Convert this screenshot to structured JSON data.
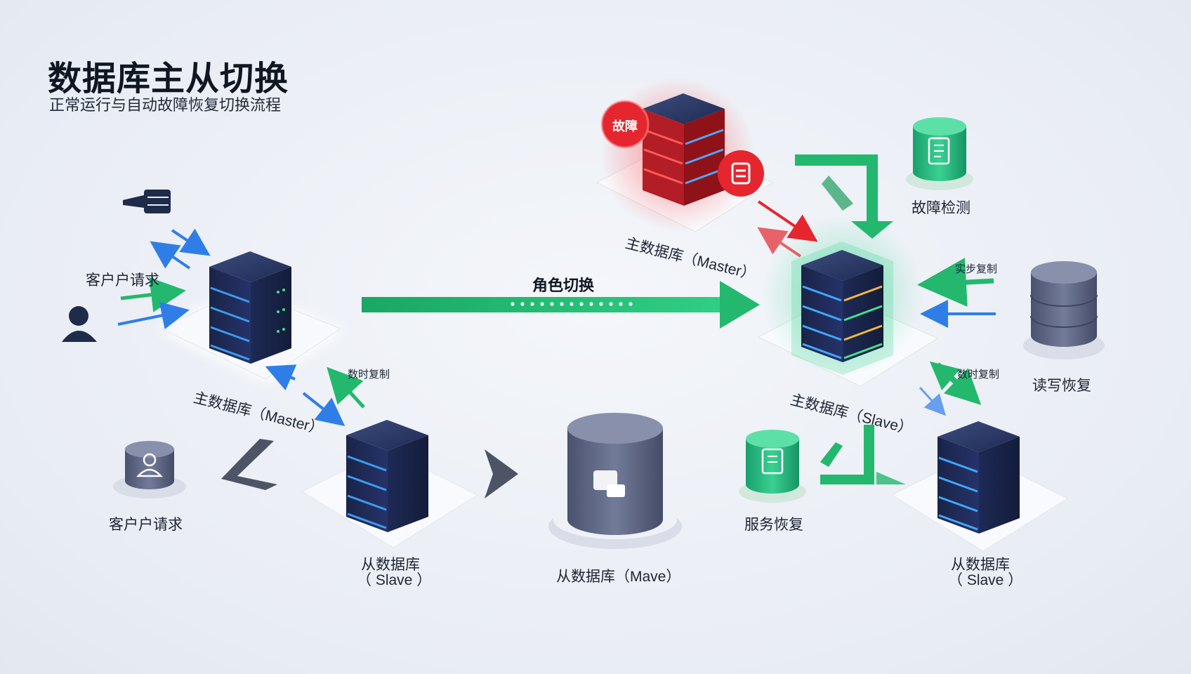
{
  "title": "数据库主从切换",
  "subtitle": "正常运行与自动故障恢复切换流程",
  "labels": {
    "client_request_top": "客户户请求",
    "client_request_bottom": "客户户请求",
    "master_left": "主数据库（Master）",
    "master_failed": "主数据库（Master）",
    "master_new": "主数据库（Slave）",
    "slave_left_line1": "从数据库",
    "slave_left_line2": "（ Slave ）",
    "slave_center": "从数据库（Mave）",
    "slave_right_line1": "从数据库",
    "slave_right_line2": "（ Slave ）",
    "role_switch": "角色切换",
    "fault_badge": "故障",
    "fault_detection": "故障检测",
    "service_recovery": "服务恢复",
    "rw_recovery": "读写恢复",
    "sync_replication": "实步复制",
    "realtime_replication_left": "数时复制",
    "realtime_replication_right": "数时复制"
  },
  "colors": {
    "server_body": "#22305a",
    "server_led": "#3ea8ff",
    "fault_red": "#e5262f",
    "success_green": "#23b86d",
    "flow_blue": "#2f7ee8",
    "cylinder_gray": "#5d6784"
  }
}
